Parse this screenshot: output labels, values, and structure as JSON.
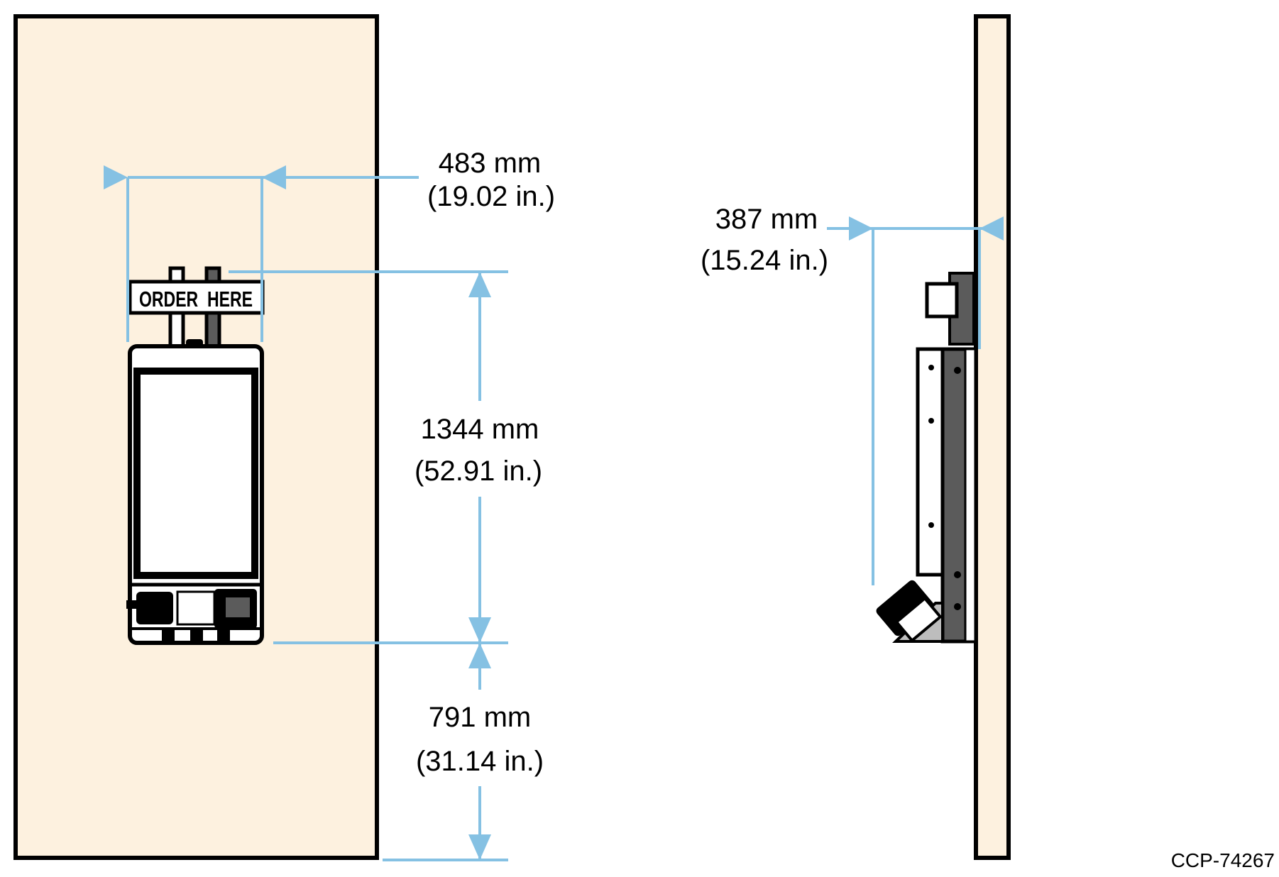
{
  "colors": {
    "wall": "#fdf1df",
    "outline": "#000000",
    "dimension": "#85c1e3",
    "mount_dark": "#5b5b5b",
    "bracket_gray": "#bdbdbd",
    "background": "#ffffff"
  },
  "front_view": {
    "sign_text": "ORDER  HERE"
  },
  "dimensions": {
    "width": {
      "mm": "483 mm",
      "inches": "(19.02 in.)"
    },
    "height": {
      "mm": "1344 mm",
      "inches": "(52.91 in.)"
    },
    "floor_clearance": {
      "mm": "791 mm",
      "inches": "(31.14 in.)"
    },
    "depth": {
      "mm": "387 mm",
      "inches": "(15.24 in.)"
    }
  },
  "reference_code": "CCP-74267"
}
